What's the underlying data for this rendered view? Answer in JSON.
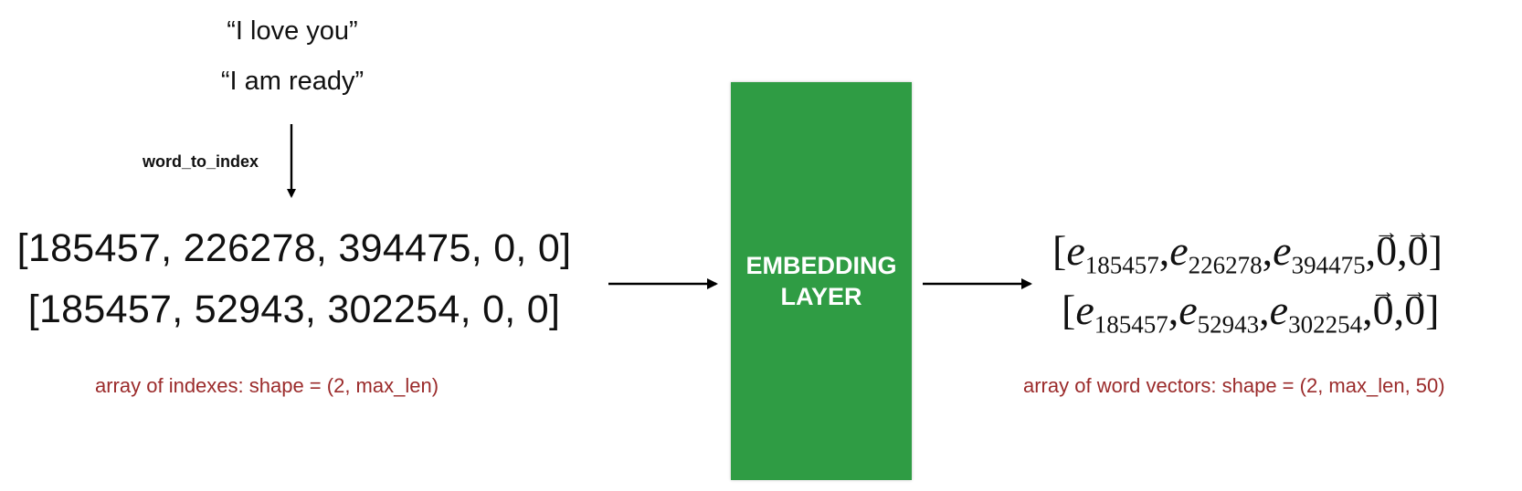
{
  "sentences": [
    "“I love you”",
    "“I am ready”"
  ],
  "mapping_label": "word_to_index",
  "index_rows": [
    "[185457, 226278, 394475, 0, 0]",
    "[185457, 52943, 302254, 0, 0]"
  ],
  "index_caption": "array of indexes: shape = (2, max_len)",
  "embedding_layer": {
    "line1": "EMBEDDING",
    "line2": "LAYER"
  },
  "vector_rows": [
    {
      "open": "[",
      "entries": [
        {
          "symbol": "e",
          "sub": "185457"
        },
        {
          "symbol": "e",
          "sub": "226278"
        },
        {
          "symbol": "e",
          "sub": "394475"
        }
      ],
      "zeros": [
        "0",
        "0"
      ],
      "close": "]"
    },
    {
      "open": "[",
      "entries": [
        {
          "symbol": "e",
          "sub": "185457"
        },
        {
          "symbol": "e",
          "sub": "52943"
        },
        {
          "symbol": "e",
          "sub": "302254"
        }
      ],
      "zeros": [
        "0",
        "0"
      ],
      "close": "]"
    }
  ],
  "vector_caption": "array of word vectors: shape = (2, max_len, 50)",
  "colors": {
    "embedding_box": "#2f9c44",
    "caption": "#9b2b2b",
    "arrow": "#000000"
  }
}
